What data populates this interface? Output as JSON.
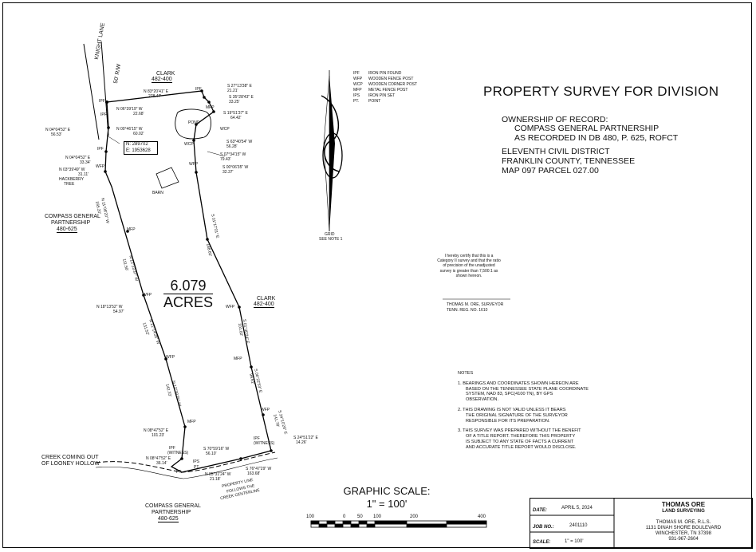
{
  "title": "PROPERTY SURVEY FOR DIVISION",
  "ownership": {
    "heading": "OWNERSHIP OF RECORD:",
    "owner": "COMPASS GENERAL PARTNERSHIP",
    "deed": "AS RECORDED IN DB 480, P. 625, ROFCT",
    "district": "ELEVENTH CIVIL DISTRICT",
    "county": "FRANKLIN COUNTY, TENNESSEE",
    "parcel": "MAP 097 PARCEL 027.00"
  },
  "legend": [
    {
      "code": "IPF",
      "desc": "IRON PIN FOUND"
    },
    {
      "code": "WFP",
      "desc": "WOODEN FENCE POST"
    },
    {
      "code": "WCP",
      "desc": "WOODEN CORNER POST"
    },
    {
      "code": "MFP",
      "desc": "METAL FENCE POST"
    },
    {
      "code": "IPS",
      "desc": "IRON PIN SET"
    },
    {
      "code": "PT.",
      "desc": "POINT"
    }
  ],
  "north_arrow": {
    "grid": "GRID",
    "note": "SEE NOTE 1"
  },
  "certification": {
    "line1": "I hereby certify that this is a",
    "line2": "Category II survey and that the ratio",
    "line3": "of precision of the unadjusted",
    "line4": "survey is greater than 7,500:1 as",
    "line5": "shown hereon.",
    "name": "THOMAS M. ORE, SURVEYOR",
    "reg": "TENN. REG. NO. 1610"
  },
  "notes": {
    "heading": "NOTES",
    "n1a": "1.  BEARINGS AND COORDINATES SHOWN HEREON ARE",
    "n1b": "BASED ON THE TENNESSEE STATE PLANE COORDINATE",
    "n1c": "SYSTEM, NAD 83, SPC(4100 TN), BY GPS",
    "n1d": "OBSERVATION.",
    "n2a": "2.  THIS DRAWING IS NOT VALID UNLESS IT BEARS",
    "n2b": "THE ORIGINAL SIGNATURE OF THE SURVEYOR",
    "n2c": "RESPONSIBLE FOR ITS PREPARATION.",
    "n3a": "3.  THIS SURVEY WAS PREPARED WITHOUT THE BENEFIT",
    "n3b": "OF A TITLE REPORT. THEREFORE THIS PROPERTY",
    "n3c": "IS SUBJECT TO ANY STATE OF FACTS A CURRENT",
    "n3d": "AND ACCURATE TITLE REPORT WOULD DISCLOSE."
  },
  "acreage": {
    "value": "6.079",
    "unit": "ACRES"
  },
  "graphic_scale": {
    "label": "GRAPHIC SCALE:",
    "ratio": "1\" = 100'",
    "ticks": [
      "100",
      "0",
      "50",
      "100",
      "200",
      "400"
    ]
  },
  "title_block": {
    "date_label": "DATE:",
    "date": "APRIL 5, 2024",
    "job_label": "JOB NO.:",
    "job": "2401110",
    "scale_label": "SCALE:",
    "scale": "1\" = 100'",
    "firm": "THOMAS ORE",
    "firm_sub": "LAND SURVEYING",
    "surveyor": "THOMAS M. ORE, R.L.S.",
    "address": "1131 DINAH SHORE BOULEVARD",
    "city": "WINCHESTER, TN 37398",
    "phone": "931-967-2604"
  },
  "adjoiners": {
    "clark_top": "CLARK",
    "clark_top_ref": "482-400",
    "clark_right": "CLARK",
    "clark_right_ref": "482-400",
    "compass_left_1": "COMPASS GENERAL",
    "compass_left_2": "PARTNERSHIP",
    "compass_left_ref": "480-625",
    "compass_bot_1": "COMPASS GENERAL",
    "compass_bot_2": "PARTNERSHIP",
    "compass_bot_ref": "480-625"
  },
  "road": {
    "name": "KNIGHT LANE",
    "row": "50' R/W"
  },
  "features": {
    "pond": "POND",
    "barn": "BARN",
    "hackberry": "HACKBERRY",
    "tree": "TREE",
    "creek_1": "CREEK COMING OUT",
    "creek_2": "OF LOONEY HOLLOW",
    "pl_1": "PROPERTY LINE",
    "pl_2": "FOLLOWS THE",
    "pl_3": "CREEK CENTERLINE"
  },
  "coordinates": {
    "n": "N: 289702",
    "e": "E: 1953628"
  },
  "calls": {
    "c1": "N 83°20'41\" E",
    "c1d": "278.47'",
    "c2": "S 27°13'38\" E",
    "c2d": "21.21'",
    "c3": "S 35°28'43\" E",
    "c3d": "33.25'",
    "c4": "S 19°51'37\" E",
    "c4d": "64.42'",
    "c5": "S 63°40'54\" W",
    "c5d": "56.28'",
    "c6": "S 07°34'15\" W",
    "c6d": "79.43'",
    "c7": "S 00°06'35\" W",
    "c7d": "32.37'",
    "c8": "N 06°39'19\" W",
    "c8d": "22.68'",
    "c9": "N 00°46'15\" W",
    "c9d": "60.02'",
    "c10": "N 04°04'52\" E",
    "c10d": "56.53'",
    "c11": "N 04°04'52\" E",
    "c11d": "33.34'",
    "c12": "N 03°39'49\" W",
    "c12d": "31.11'",
    "c13": "N 18°13'52\" W",
    "c13d": "54.97'",
    "c14": "N 08°47'52\" E",
    "c14d": "101.23'",
    "c15": "N 08°47'52\" E",
    "c15d": "36.14'",
    "c16": "S 70°59'16\" W",
    "c16d": "56.10'",
    "c17": "N 85°31'24\" W",
    "c17d": "21.18'",
    "c18": "S 76°47'29\" W",
    "c18d": "163.68'",
    "c19": "S 24°51'22\" E",
    "c19d": "14.26'",
    "east_line": "S 01°17'01\" E",
    "east_line_d": "188.65'",
    "mid_e1": "S 01°40'24\" E",
    "mid_e1d": "101.02'",
    "mid_e2": "S 06°22'53\" E",
    "mid_e2d": "99.61'",
    "mid_e3": "S 24°10'26\" E",
    "mid_e3d": "141.78'",
    "w1": "N 11°08'20\" W",
    "w1d": "195.20'",
    "w2": "N 13°33'37\" W",
    "w2d": "111.50'",
    "w3": "N 21°14'26\" W",
    "w3d": "131.52'",
    "w4": "N 12°39'25\" W",
    "w4d": "142.33'"
  },
  "monuments": {
    "ipf": "IPF",
    "wfp": "WFP",
    "wcp": "WCP",
    "mfp": "MFP",
    "ips": "IPS",
    "pt": "PT.",
    "witness": "(WITNESS)"
  }
}
